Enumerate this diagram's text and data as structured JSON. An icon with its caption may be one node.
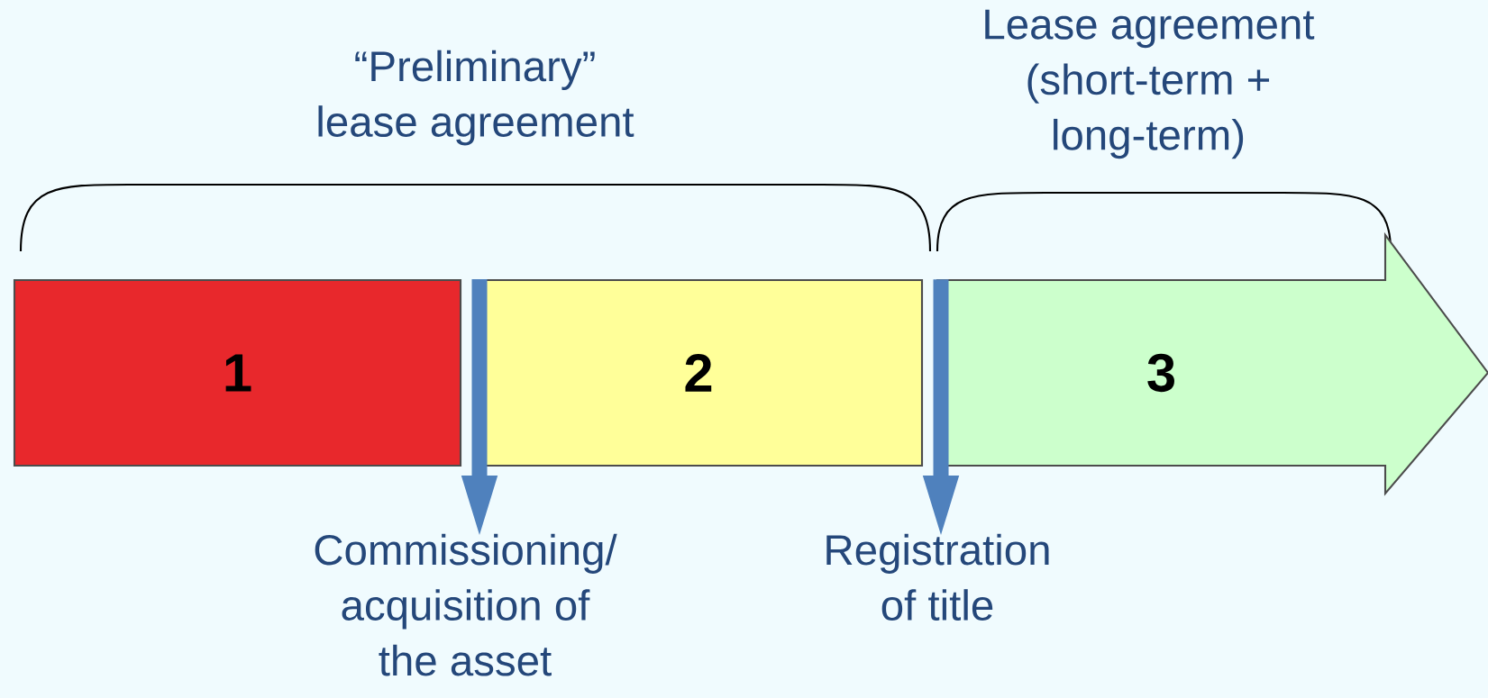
{
  "diagram": {
    "nodes": [
      {
        "text": [
          "1"
        ]
      },
      {
        "text": [
          "2"
        ]
      },
      {
        "text": [
          "3"
        ]
      },
      {
        "text": [
          "Commissioning/ acquisition of the asset"
        ]
      },
      {
        "text": [
          "Registration of title"
        ]
      }
    ],
    "edges": [
      {
        "from": 1,
        "to": 3,
        "arrow": "to"
      },
      {
        "from": 2,
        "to": 4,
        "arrow": "to"
      }
    ],
    "labels": [
      "“Preliminary” lease agreement",
      "Lease agreement (short-term + long-term)"
    ]
  }
}
